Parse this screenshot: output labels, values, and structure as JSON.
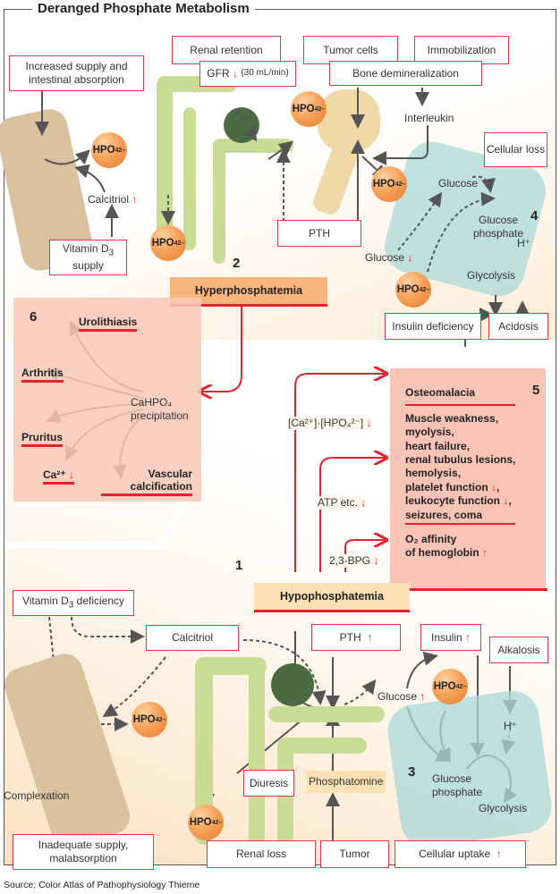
{
  "title": "Deranged Phosphate Metabolism",
  "source": "Source: Color Atlas of Pathophysiology Thieme",
  "ion_label": "HPO",
  "ion_sub": "4",
  "ion_sup": "2–",
  "arrow_up": "↑",
  "arrow_down": "↓",
  "colors": {
    "accent_red": "#e2222d",
    "box_border": "#d8394c",
    "ion_orange": "#f7a25b",
    "cell_teal": "#a9d8d8",
    "panel_pink": "#f9c3b6",
    "banner_hyper": "#f8b57c",
    "banner_hypo": "#fde0b4"
  },
  "hyper": {
    "section_number": "2",
    "banner": "Hyperphosphatemia",
    "increased_supply": "Increased supply and intestinal absorption",
    "calcitriol": "Calcitriol",
    "vitamin_d3_supply_a": "Vitamin D",
    "vitamin_d3_supply_sub": "3",
    "vitamin_d3_supply_b": "supply",
    "renal_retention": "Renal retention",
    "gfr": "GFR",
    "gfr_value": "(30 mL/min)",
    "tumor_cells": "Tumor cells",
    "immobilization": "Immobilization",
    "bone_demineralization": "Bone demineralization",
    "interleukin": "Interleukin",
    "pth": "PTH",
    "cellular_loss": "Cellular loss",
    "cell_number": "4",
    "glucose_in": "Glucose",
    "glucose_out": "Glucose",
    "glucose_phosphate": "Glucose phosphate",
    "h_plus": "H⁺",
    "glycolysis": "Glycolysis",
    "insulin_deficiency": "Insulin deficiency",
    "acidosis": "Acidosis"
  },
  "panel6": {
    "number": "6",
    "center": "CaHPO₄ precipitation",
    "items": [
      "Urolithiasis",
      "Arthritis",
      "Pruritus",
      "Ca²⁺",
      "Vascular calcification"
    ]
  },
  "panel5": {
    "number": "5",
    "osteomalacia": "Osteomalacia",
    "effects": [
      "Muscle weakness,",
      "myolysis,",
      "heart failure,",
      "renal tubulus lesions,",
      "hemolysis,",
      "platelet function",
      "leukocyte function",
      "seizures, coma"
    ],
    "o2_a": "O₂ affinity",
    "o2_b": "of hemoglobin",
    "ca_product": "[Ca²⁺]·[HPO₄²⁻]",
    "atp": "ATP etc.",
    "bpg": "2,3-BPG"
  },
  "hypo": {
    "section_number": "1",
    "banner": "Hypophosphatemia",
    "vitamin_d3_deficiency_a": "Vitamin D",
    "vitamin_d3_deficiency_sub": "3",
    "vitamin_d3_deficiency_b": " deficiency",
    "calcitriol": "Calcitriol",
    "complexation": "Complexation",
    "inadequate_supply": "Inadequate supply, malabsorption",
    "pth": "PTH",
    "diuresis": "Diuresis",
    "phosphatomine": "Phosphatomine",
    "renal_loss": "Renal loss",
    "tumor": "Tumor",
    "insulin": "Insulin",
    "alkalosis": "Alkalosis",
    "glucose": "Glucose",
    "h_plus": "H⁺",
    "cell_number": "3",
    "glucose_phosphate": "Glucose phosphate",
    "glycolysis": "Glycolysis",
    "cellular_uptake": "Cellular uptake"
  }
}
